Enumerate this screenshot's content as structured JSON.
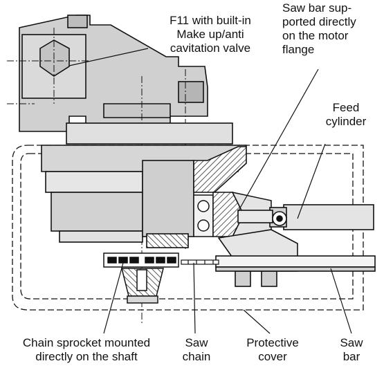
{
  "labels": {
    "f11_valve": "F11 with built-in\nMake up/anti\ncavitation valve",
    "saw_bar_supported": "Saw bar sup-\nported directly\non the motor\nflange",
    "feed_cylinder": "Feed\ncylinder",
    "chain_sprocket": "Chain sprocket mounted\ndirectly on the shaft",
    "saw_chain": "Saw\nchain",
    "protective_cover": "Protective\ncover",
    "saw_bar": "Saw\nbar"
  },
  "colors": {
    "line": "#111111",
    "body_gray": "#cfcfcf",
    "light_gray": "#e2e2e2",
    "dark": "#1a1a1a"
  }
}
